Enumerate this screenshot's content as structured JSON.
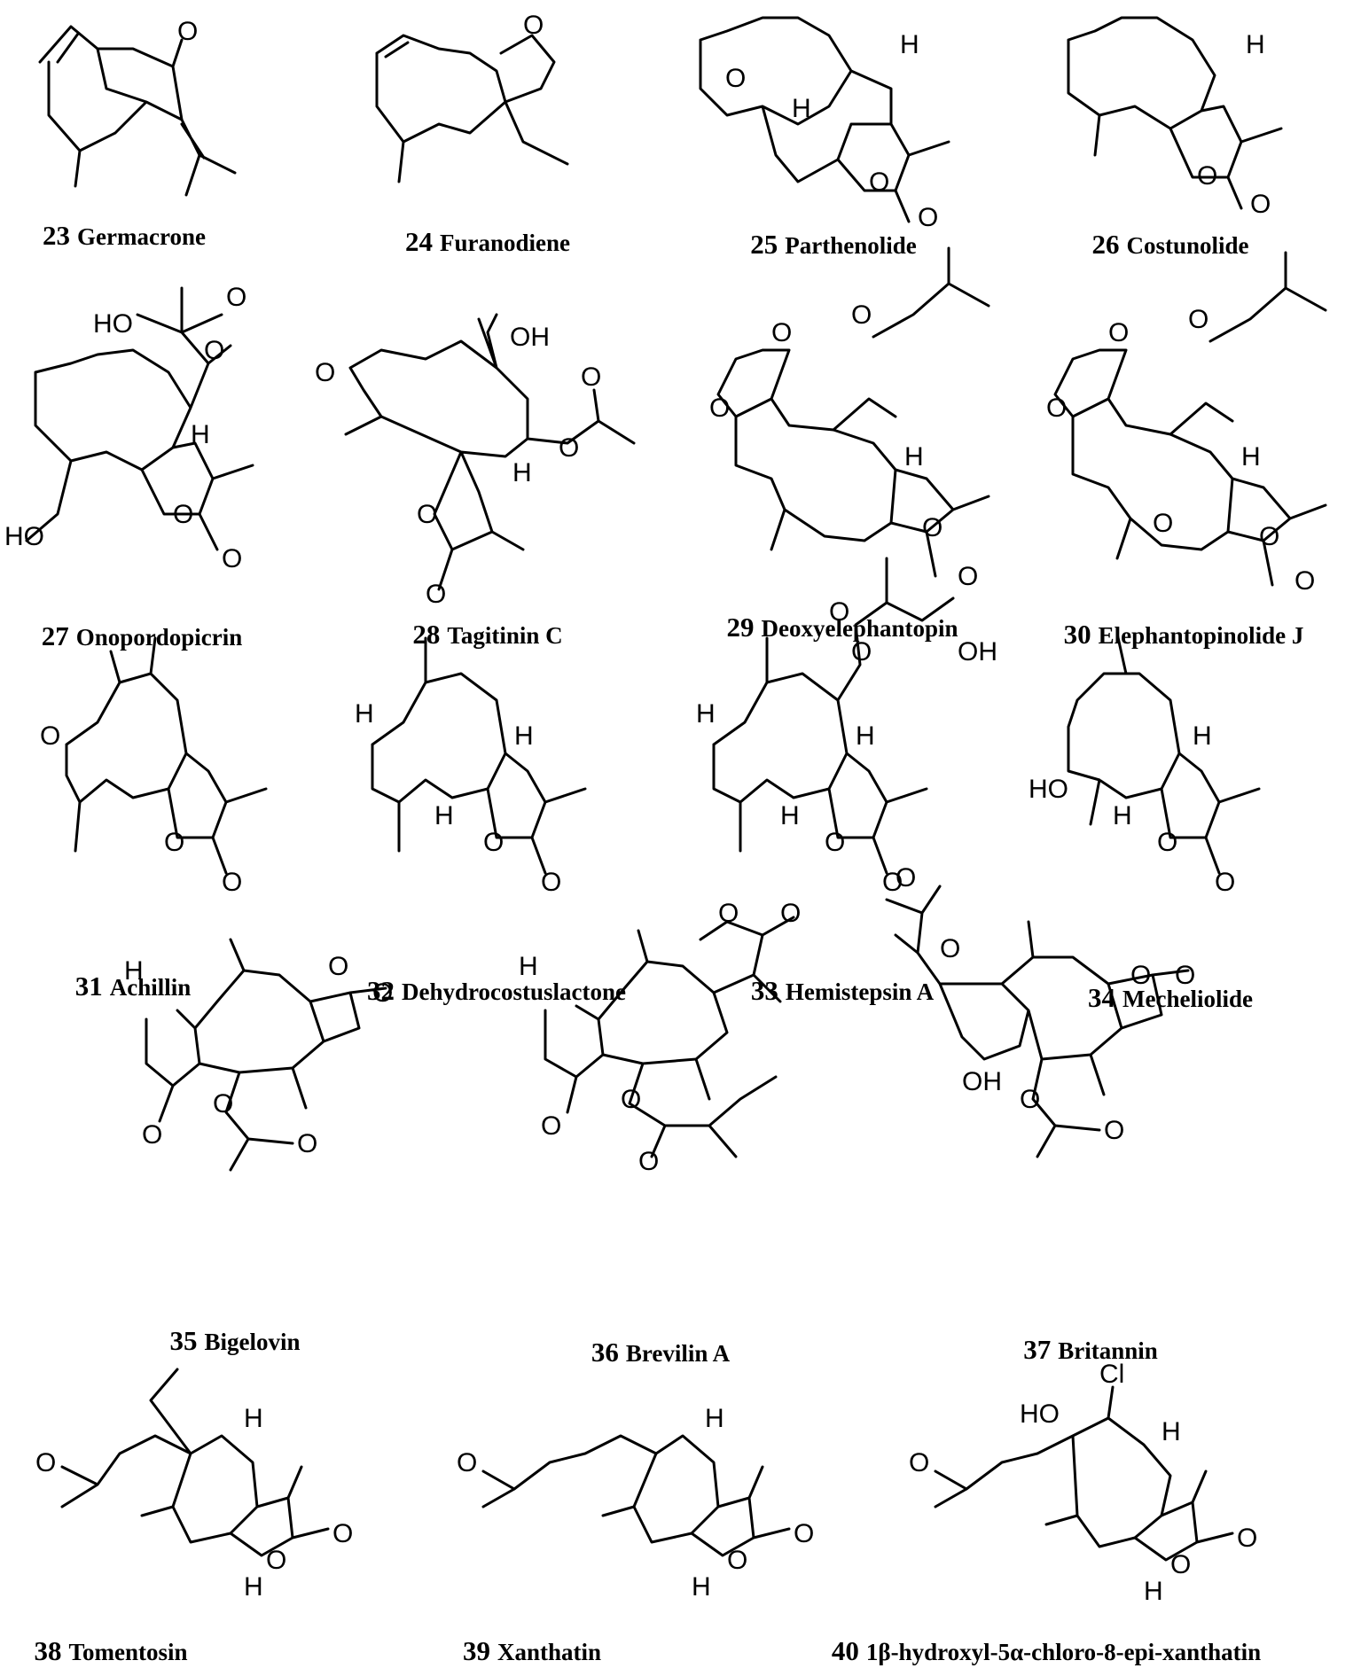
{
  "compounds": [
    {
      "number": "23",
      "name": "Germacrone"
    },
    {
      "number": "24",
      "name": "Furanodiene"
    },
    {
      "number": "25",
      "name": "Parthenolide"
    },
    {
      "number": "26",
      "name": "Costunolide"
    },
    {
      "number": "27",
      "name": "Onopordopicrin"
    },
    {
      "number": "28",
      "name": "Tagitinin C"
    },
    {
      "number": "29",
      "name": "Deoxyelephantopin"
    },
    {
      "number": "30",
      "name": "Elephantopinolide J"
    },
    {
      "number": "31",
      "name": "Achillin"
    },
    {
      "number": "32",
      "name": "Dehydrocostuslactone"
    },
    {
      "number": "33",
      "name": "Hemistepsin A"
    },
    {
      "number": "34",
      "name": "Mecheliolide"
    },
    {
      "number": "35",
      "name": "Bigelovin"
    },
    {
      "number": "36",
      "name": "Brevilin A"
    },
    {
      "number": "37",
      "name": "Britannin"
    },
    {
      "number": "38",
      "name": "Tomentosin"
    },
    {
      "number": "39",
      "name": "Xanthatin"
    },
    {
      "number": "40",
      "name": "1β-hydroxyl-5α-chloro-8-epi-xanthatin"
    }
  ],
  "atom_labels": {
    "O": "O",
    "H": "H",
    "HO": "HO",
    "OH": "OH",
    "Cl": "Cl"
  }
}
